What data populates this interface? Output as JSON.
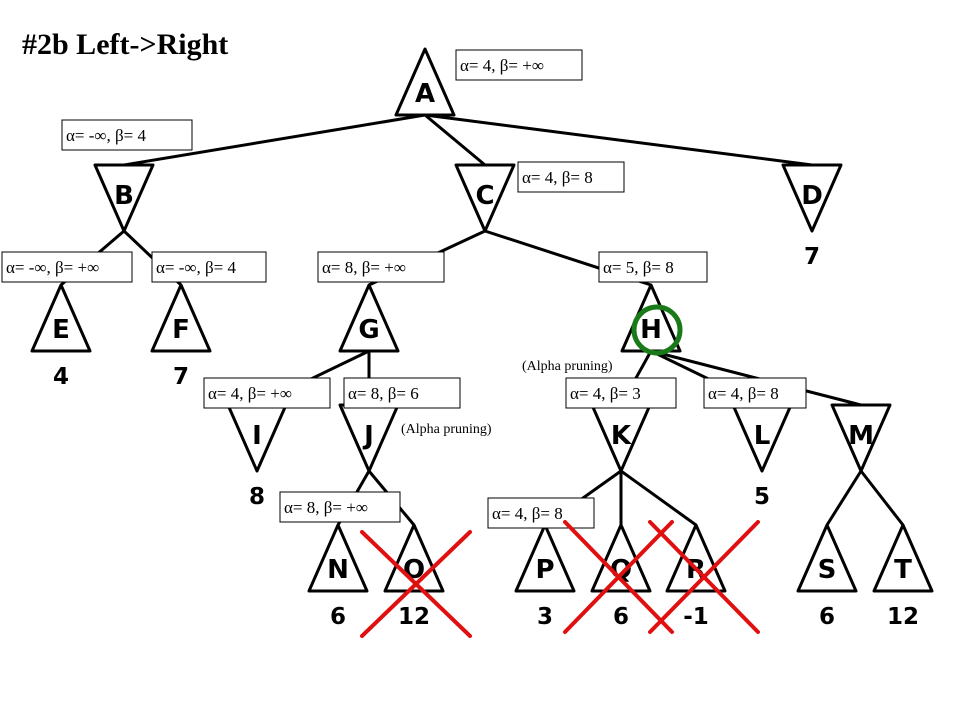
{
  "title": "#2b Left->Right",
  "nodes": [
    {
      "id": "A",
      "label": "A",
      "type": "max"
    },
    {
      "id": "B",
      "label": "B",
      "type": "min"
    },
    {
      "id": "C",
      "label": "C",
      "type": "min"
    },
    {
      "id": "D",
      "label": "D",
      "type": "min",
      "value": "7"
    },
    {
      "id": "E",
      "label": "E",
      "type": "max",
      "value": "4"
    },
    {
      "id": "F",
      "label": "F",
      "type": "max",
      "value": "7"
    },
    {
      "id": "G",
      "label": "G",
      "type": "max"
    },
    {
      "id": "H",
      "label": "H",
      "type": "max"
    },
    {
      "id": "I",
      "label": "I",
      "type": "min",
      "value": "8"
    },
    {
      "id": "J",
      "label": "J",
      "type": "min"
    },
    {
      "id": "K",
      "label": "K",
      "type": "min"
    },
    {
      "id": "L",
      "label": "L",
      "type": "min",
      "value": "5"
    },
    {
      "id": "M",
      "label": "M",
      "type": "min"
    },
    {
      "id": "N",
      "label": "N",
      "type": "max",
      "value": "6"
    },
    {
      "id": "O",
      "label": "O",
      "type": "max",
      "value": "12",
      "crossed": true
    },
    {
      "id": "P",
      "label": "P",
      "type": "max",
      "value": "3"
    },
    {
      "id": "Q",
      "label": "Q",
      "type": "max",
      "value": "6",
      "crossed": true
    },
    {
      "id": "R",
      "label": "R",
      "type": "max",
      "value": "-1",
      "crossed": true
    },
    {
      "id": "S",
      "label": "S",
      "type": "max",
      "value": "6"
    },
    {
      "id": "T",
      "label": "T",
      "type": "max",
      "value": "12"
    }
  ],
  "edges": [
    [
      "A",
      "B"
    ],
    [
      "A",
      "C"
    ],
    [
      "A",
      "D"
    ],
    [
      "B",
      "E"
    ],
    [
      "B",
      "F"
    ],
    [
      "C",
      "G"
    ],
    [
      "C",
      "H"
    ],
    [
      "G",
      "I"
    ],
    [
      "G",
      "J"
    ],
    [
      "J",
      "N"
    ],
    [
      "J",
      "O"
    ],
    [
      "H",
      "K"
    ],
    [
      "H",
      "L"
    ],
    [
      "H",
      "M"
    ],
    [
      "K",
      "P"
    ],
    [
      "K",
      "Q"
    ],
    [
      "K",
      "R"
    ],
    [
      "M",
      "S"
    ],
    [
      "M",
      "T"
    ]
  ],
  "bounds": [
    {
      "id": "ab-A",
      "text": "α= 4, β= +∞"
    },
    {
      "id": "ab-B",
      "text": "α= -∞, β= 4"
    },
    {
      "id": "ab-C",
      "text": "α= 4, β= 8"
    },
    {
      "id": "ab-E",
      "text": "α= -∞, β= +∞"
    },
    {
      "id": "ab-F",
      "text": "α= -∞, β= 4"
    },
    {
      "id": "ab-G",
      "text": "α= 8, β= +∞"
    },
    {
      "id": "ab-H",
      "text": "α= 5, β= 8"
    },
    {
      "id": "ab-I",
      "text": "α= 4, β= +∞"
    },
    {
      "id": "ab-J",
      "text": "α= 8, β= 6"
    },
    {
      "id": "ab-K",
      "text": "α= 4, β= 3"
    },
    {
      "id": "ab-L",
      "text": "α= 4, β= 8"
    },
    {
      "id": "ab-N",
      "text": "α= 8, β= +∞"
    },
    {
      "id": "ab-P",
      "text": "α= 4, β= 8"
    }
  ],
  "notes": [
    {
      "id": "note-H",
      "text": "(Alpha pruning)"
    },
    {
      "id": "note-J",
      "text": "(Alpha pruning)"
    }
  ],
  "highlight": {
    "node": "H",
    "color": "#1a7a1a"
  },
  "prune_mark_color": "#e01010"
}
